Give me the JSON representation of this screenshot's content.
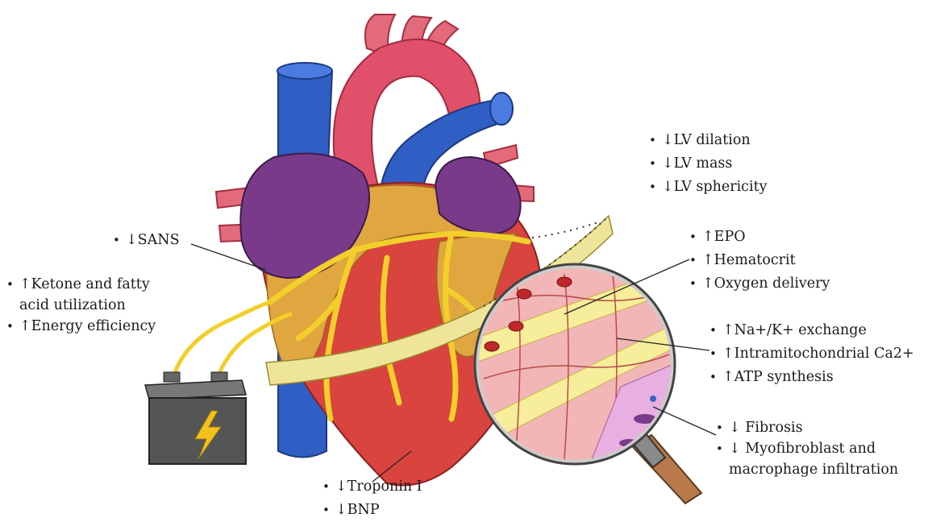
{
  "groups": {
    "lv": [
      "↓LV dilation",
      "↓LV mass",
      "↓LV sphericity"
    ],
    "sans": [
      "↓SANS"
    ],
    "metabolism": [
      [
        "↑Ketone and fatty",
        "acid utilization"
      ],
      [
        "↑Energy efficiency"
      ]
    ],
    "epo": [
      "↑EPO",
      "↑Hematocrit",
      "↑Oxygen delivery"
    ],
    "ion": [
      "↑Na+/K+ exchange",
      "↑Intramitochondrial Ca2+",
      "↑ATP synthesis"
    ],
    "fibrosis": [
      [
        "↓ Fibrosis"
      ],
      [
        "↓ Myofibroblast and",
        "macrophage infiltration"
      ]
    ],
    "biomarkers": [
      "↓Troponin I",
      "↓BNP"
    ]
  },
  "colors": {
    "vein": "#2f5fc4",
    "artery": "#e0506a",
    "atrium": "#7a3a8a",
    "muscle": "#d9443f",
    "fat": "#e0a640",
    "coronary": "#f2cf2a",
    "tape": "#efe59a",
    "tissue": "#f2b6b6",
    "battery": "#555555",
    "bolt": "#f2c21a",
    "handle": "#b87a4a"
  }
}
